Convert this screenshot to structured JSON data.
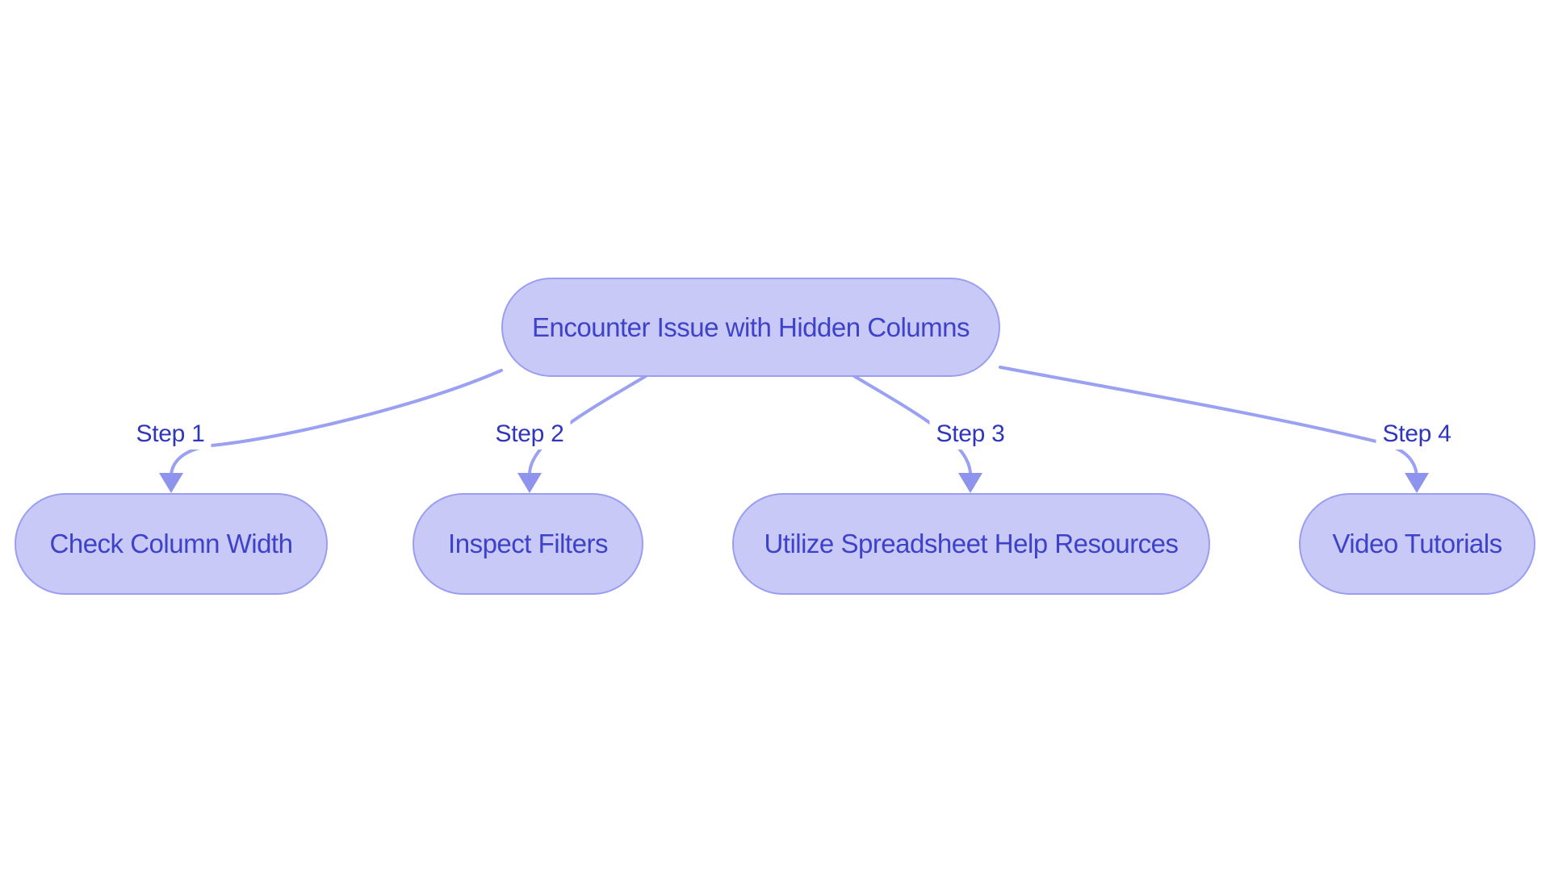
{
  "diagram": {
    "type": "flowchart",
    "direction": "top-down",
    "root_node": {
      "label": "Encounter Issue with Hidden Columns"
    },
    "steps": [
      {
        "edge_label": "Step 1",
        "node_label": "Check Column Width"
      },
      {
        "edge_label": "Step 2",
        "node_label": "Inspect Filters"
      },
      {
        "edge_label": "Step 3",
        "node_label": "Utilize Spreadsheet Help Resources"
      },
      {
        "edge_label": "Step 4",
        "node_label": "Video Tutorials"
      }
    ],
    "colors": {
      "background": "#ffffff",
      "node_fill": "#c8c9f7",
      "node_border": "#9a9ef0",
      "node_text": "#3d42c9",
      "edge_line": "#9aa0f2",
      "arrowhead": "#8e94ee",
      "edge_label_text": "#2f36bb"
    }
  }
}
